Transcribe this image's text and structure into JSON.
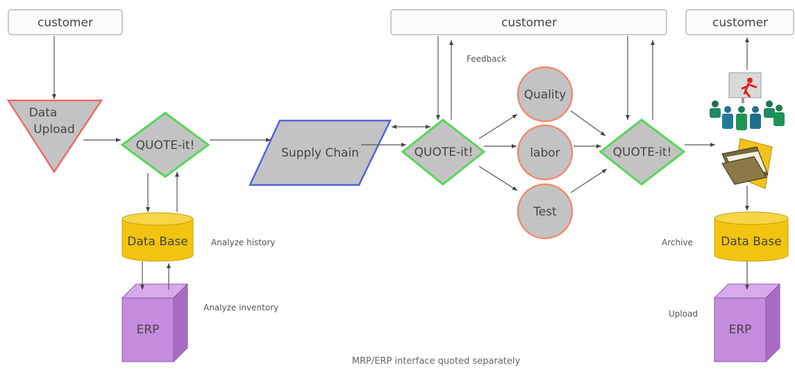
{
  "customers": {
    "left": "customer",
    "middle": "customer",
    "right": "customer"
  },
  "upload": {
    "line1": "Data",
    "line2": "Upload"
  },
  "quote": {
    "first": "QUOTE-it!",
    "second": "QUOTE-it!",
    "third": "QUOTE-it!"
  },
  "supply_chain": "Supply Chain",
  "factors": {
    "quality": "Quality",
    "labor": "labor",
    "test": "Test"
  },
  "database": {
    "left": "Data Base",
    "right": "Data Base"
  },
  "erp": {
    "left": "ERP",
    "right": "ERP"
  },
  "annotations": {
    "feedback": "Feedback",
    "analyze_history": "Analyze history",
    "analyze_inventory": "Analyze inventory",
    "archive": "Archive",
    "upload": "Upload",
    "footer": "MRP/ERP interface quoted separately"
  },
  "icons": [
    "presentation-icon",
    "folder-icon"
  ]
}
